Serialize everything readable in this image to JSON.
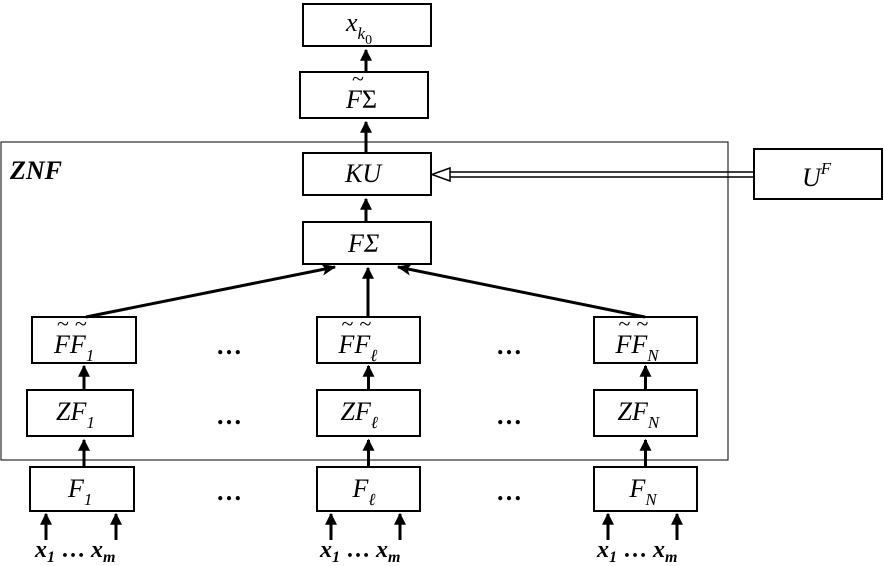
{
  "frame_label": "ZNF",
  "output": {
    "base": "x",
    "sub": "k",
    "subsub": "0"
  },
  "sum_top": {
    "base": "F",
    "sym": "Σ"
  },
  "ku": "KU",
  "uf": {
    "base": "U",
    "sup": "F"
  },
  "sum_mid": "FΣ",
  "columns": [
    {
      "ff": {
        "a": "F",
        "b": "F",
        "sub": "1"
      },
      "zf": {
        "base": "ZF",
        "sub": "1"
      },
      "f": {
        "base": "F",
        "sub": "1"
      }
    },
    {
      "ff": {
        "a": "F",
        "b": "F",
        "sub": "ℓ"
      },
      "zf": {
        "base": "ZF",
        "sub": "ℓ"
      },
      "f": {
        "base": "F",
        "sub": "ℓ"
      }
    },
    {
      "ff": {
        "a": "F",
        "b": "F",
        "sub": "N"
      },
      "zf": {
        "base": "ZF",
        "sub": "N"
      },
      "f": {
        "base": "F",
        "sub": "N"
      }
    }
  ],
  "ellipsis": "…",
  "inputs": {
    "first": "x",
    "first_sub": "1",
    "dots": "…",
    "last": "x",
    "last_sub": "m"
  }
}
